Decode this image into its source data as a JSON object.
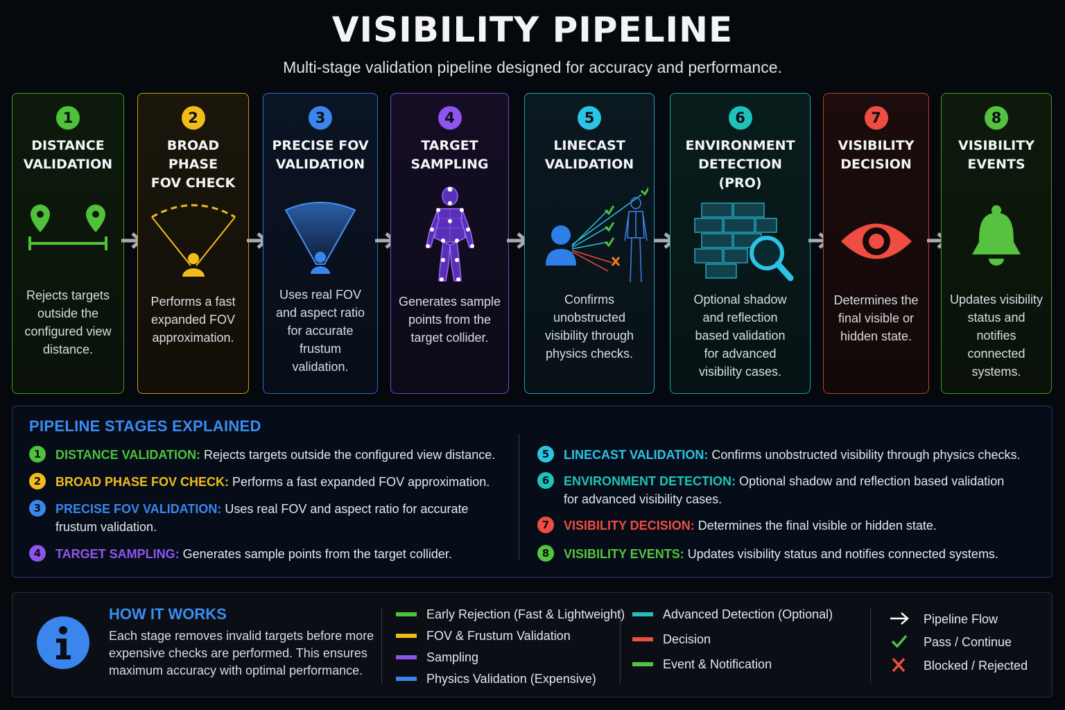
{
  "header": {
    "title": "VISIBILITY PIPELINE",
    "subtitle": "Multi-stage validation pipeline designed for accuracy and performance."
  },
  "colors": {
    "green": "#4fc23a",
    "yellow": "#f2bd1a",
    "blue": "#3a86ee",
    "purple": "#8e55ee",
    "cyan": "#2bc4e4",
    "teal": "#1fc2bb",
    "red": "#ef4c42",
    "bright_green": "#56c23f"
  },
  "stages": [
    {
      "num": "1",
      "title_l1": "DISTANCE",
      "title_l2": "VALIDATION",
      "title_l3": "",
      "desc": [
        "Rejects targets",
        "outside the",
        "configured view",
        "distance."
      ],
      "icon": "map-pins-distance-icon"
    },
    {
      "num": "2",
      "title_l1": "BROAD PHASE",
      "title_l2": "FOV CHECK",
      "title_l3": "",
      "desc": [
        "Performs a fast",
        "expanded FOV",
        "approximation."
      ],
      "icon": "wide-fov-cone-icon"
    },
    {
      "num": "3",
      "title_l1": "PRECISE FOV",
      "title_l2": "VALIDATION",
      "title_l3": "",
      "desc": [
        "Uses real FOV",
        "and aspect ratio",
        "for accurate",
        "frustum",
        "validation."
      ],
      "icon": "precise-fov-cone-icon"
    },
    {
      "num": "4",
      "title_l1": "TARGET",
      "title_l2": "SAMPLING",
      "title_l3": "",
      "desc": [
        "Generates sample",
        "points from the",
        "target collider."
      ],
      "icon": "humanoid-sample-points-icon"
    },
    {
      "num": "5",
      "title_l1": "LINECAST",
      "title_l2": "VALIDATION",
      "title_l3": "",
      "desc": [
        "Confirms",
        "unobstructed",
        "visibility through",
        "physics checks."
      ],
      "icon": "linecast-rays-icon"
    },
    {
      "num": "6",
      "title_l1": "ENVIRONMENT",
      "title_l2": "DETECTION",
      "title_l3": "(PRO)",
      "desc": [
        "Optional shadow",
        "and reflection",
        "based validation",
        "for advanced",
        "visibility cases."
      ],
      "icon": "brick-wall-magnifier-icon"
    },
    {
      "num": "7",
      "title_l1": "VISIBILITY",
      "title_l2": "DECISION",
      "title_l3": "",
      "desc": [
        "Determines the",
        "final visible or",
        "hidden state."
      ],
      "icon": "eye-icon"
    },
    {
      "num": "8",
      "title_l1": "VISIBILITY",
      "title_l2": "EVENTS",
      "title_l3": "",
      "desc": [
        "Updates visibility",
        "status and",
        "notifies",
        "connected",
        "systems."
      ],
      "icon": "bell-icon"
    }
  ],
  "explained": {
    "title": "PIPELINE STAGES EXPLAINED",
    "entries": [
      {
        "num": "1",
        "label": "DISTANCE VALIDATION:",
        "text": "Rejects targets outside the configured view distance.",
        "text2": ""
      },
      {
        "num": "2",
        "label": "BROAD PHASE FOV CHECK:",
        "text": "Performs a fast expanded FOV approximation.",
        "text2": ""
      },
      {
        "num": "3",
        "label": "PRECISE FOV VALIDATION:",
        "text": "Uses real FOV and aspect ratio for accurate",
        "text2": "frustum validation."
      },
      {
        "num": "4",
        "label": "TARGET SAMPLING:",
        "text": "Generates sample points from the target collider.",
        "text2": ""
      },
      {
        "num": "5",
        "label": "LINECAST VALIDATION:",
        "text": "Confirms unobstructed visibility through physics checks.",
        "text2": ""
      },
      {
        "num": "6",
        "label": "ENVIRONMENT DETECTION:",
        "text": "Optional shadow and reflection based validation",
        "text2": "for advanced visibility cases."
      },
      {
        "num": "7",
        "label": "VISIBILITY DECISION:",
        "text": "Determines the final visible or hidden state.",
        "text2": ""
      },
      {
        "num": "8",
        "label": "VISIBILITY EVENTS:",
        "text": "Updates visibility status and notifies connected systems.",
        "text2": ""
      }
    ]
  },
  "how": {
    "title": "HOW IT WORKS",
    "icon": "info-icon",
    "lines": [
      "Each stage removes invalid targets before more",
      "expensive checks are performed. This ensures",
      "maximum accuracy with optimal performance."
    ]
  },
  "legend": [
    {
      "label": "Early Rejection (Fast & Lightweight)",
      "color": "#4fc23a"
    },
    {
      "label": "FOV & Frustum Validation",
      "color": "#f2bd1a"
    },
    {
      "label": "Sampling",
      "color": "#8e55ee"
    },
    {
      "label": "Physics Validation (Expensive)",
      "color": "#3a86ee"
    },
    {
      "label": "Advanced Detection (Optional)",
      "color": "#1fc2bb"
    },
    {
      "label": "Decision",
      "color": "#ef4c42"
    },
    {
      "label": "Event & Notification",
      "color": "#56c23f"
    }
  ],
  "key": [
    {
      "label": "Pipeline Flow",
      "icon": "arrow-right-icon"
    },
    {
      "label": "Pass / Continue",
      "icon": "check-icon"
    },
    {
      "label": "Blocked / Rejected",
      "icon": "cross-icon"
    }
  ]
}
